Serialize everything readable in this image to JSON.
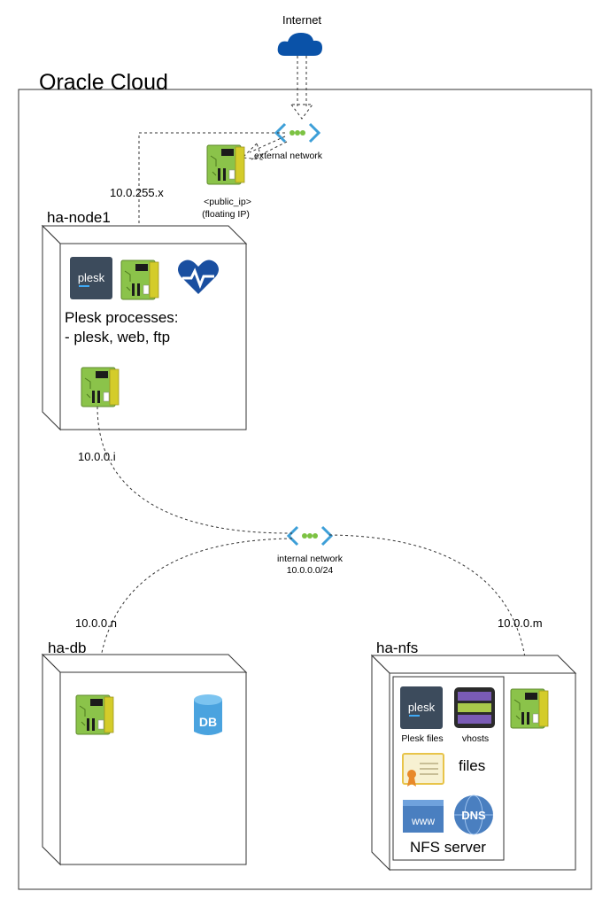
{
  "internet_label": "Internet",
  "cloud_title": "Oracle Cloud",
  "external_network_label": "external network",
  "public_ip_label": "<public_ip>",
  "floating_ip_label": "(floating IP)",
  "node1_ip_label": "10.0.255.x",
  "node1": {
    "title": "ha-node1",
    "processes_heading": "Plesk processes:",
    "processes_list": "- plesk, web, ftp",
    "internal_ip": "10.0.0.i"
  },
  "internal_network_label": "internal network",
  "internal_network_cidr": "10.0.0.0/24",
  "db": {
    "title": "ha-db",
    "ip": "10.0.0.n",
    "db_icon_text": "DB"
  },
  "nfs": {
    "title": "ha-nfs",
    "ip": "10.0.0.m",
    "plesk_files_label": "Plesk files",
    "vhosts_label": "vhosts",
    "files_label": "files",
    "server_label": "NFS server",
    "www_icon_text": "www",
    "dns_icon_text": "DNS"
  },
  "plesk_logo_text": "plesk",
  "colors": {
    "cloud_blue": "#0a52a8",
    "nic_green": "#8bc34a",
    "heart_blue": "#1a4fa0",
    "network_blue": "#3d9fd8",
    "network_dot_green": "#7cc242",
    "db_blue": "#4aa3df",
    "plesk_dark": "#3c4b5c"
  }
}
